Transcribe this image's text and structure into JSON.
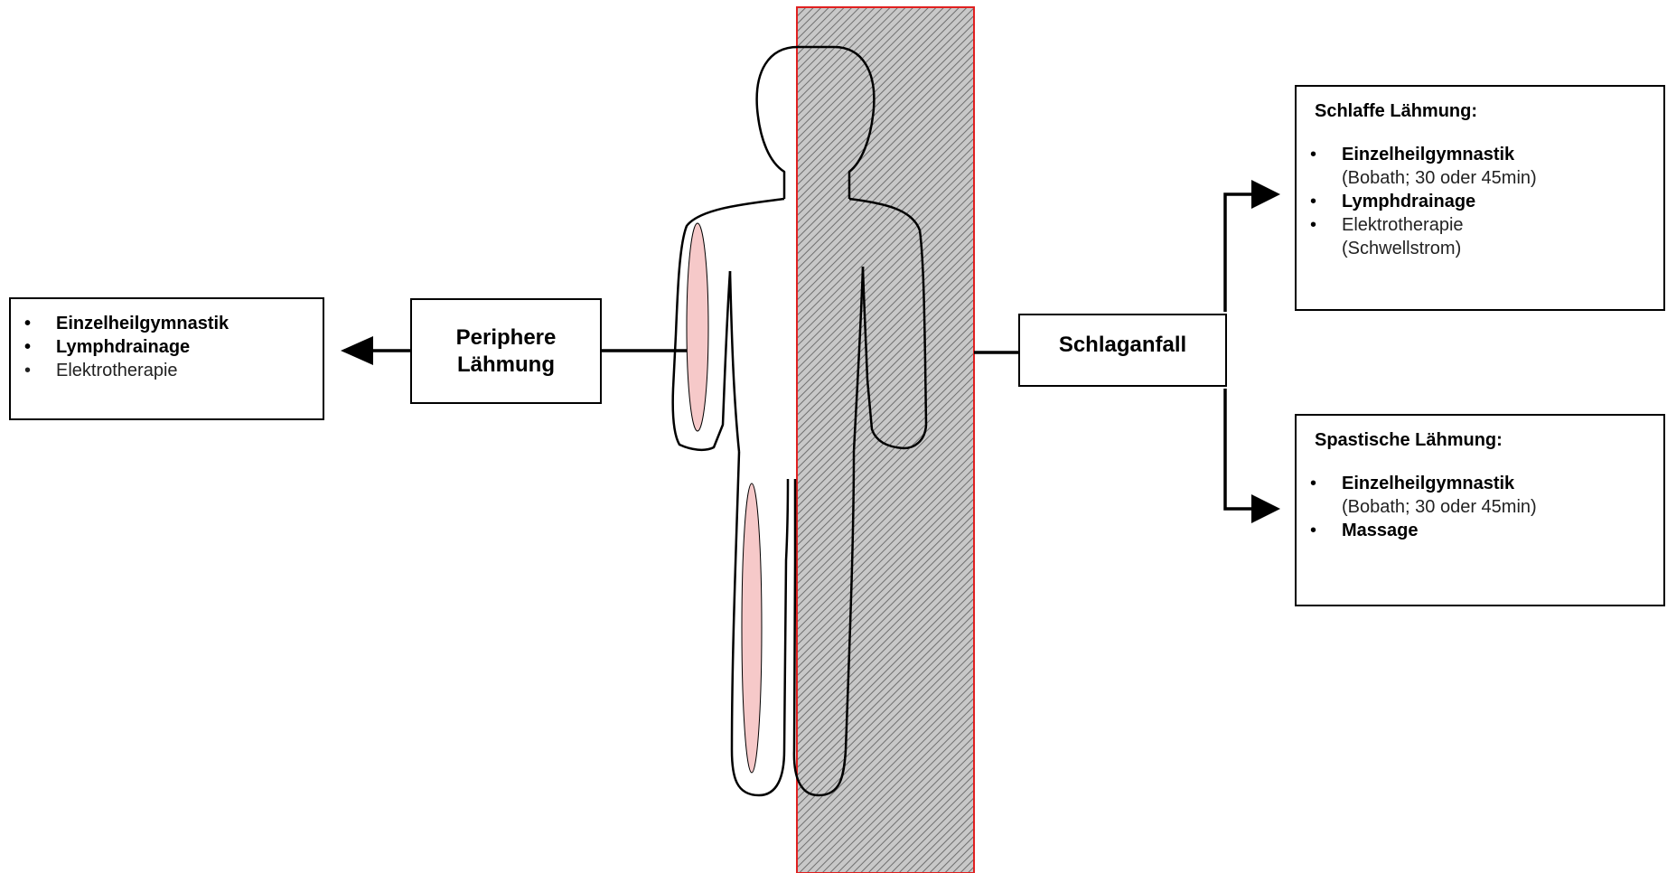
{
  "left_list": {
    "items": [
      {
        "text": "Einzelheilgymnastik",
        "bold": true
      },
      {
        "text": "Lymphdrainage",
        "bold": true
      },
      {
        "text": "Elektrotherapie",
        "bold": false
      }
    ]
  },
  "peripheral": {
    "line1": "Periphere",
    "line2": "Lähmung"
  },
  "stroke": {
    "label": "Schlaganfall"
  },
  "flaccid": {
    "heading": "Schlaffe Lähmung:",
    "item1_main": "Einzelheilgymnastik",
    "item1_sub": "(Bobath; 30 oder 45min)",
    "item2_main": "Lymphdrainage",
    "item3_main": "Elektrotherapie",
    "item3_sub": "(Schwellstrom)"
  },
  "spastic": {
    "heading": "Spastische Lähmung:",
    "item1_main": "Einzelheilgymnastik",
    "item1_sub": "(Bobath; 30 oder 45min)",
    "item2_main": "Massage"
  },
  "colors": {
    "hatch_band_border": "#e02020",
    "muscle_fill": "#f6c9c9",
    "line": "#000000"
  }
}
